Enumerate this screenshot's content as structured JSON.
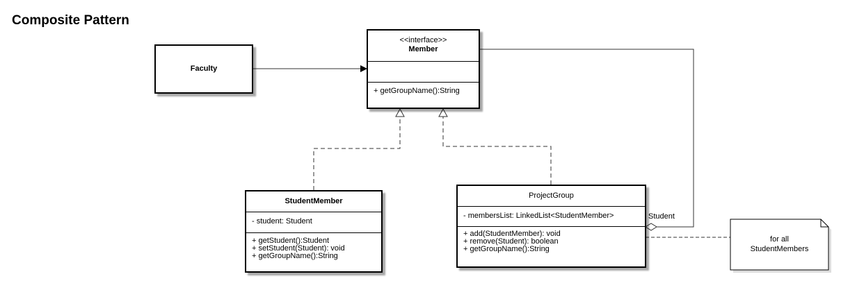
{
  "title": "Composite Pattern",
  "member": {
    "stereotype": "<<interface>>",
    "name": "Member",
    "methods": [
      "+ getGroupName():String"
    ]
  },
  "faculty": {
    "name": "Faculty"
  },
  "student_member": {
    "name": "StudentMember",
    "attributes": [
      "- student: Student"
    ],
    "methods": [
      "+ getStudent():Student",
      "+ setStudent(Student): void",
      "+ getGroupName():String"
    ]
  },
  "project_group": {
    "name": "ProjectGroup",
    "attributes": [
      "- membersList: LinkedList<StudentMember>"
    ],
    "methods": [
      "+ add(StudentMember): void",
      "+ remove(Student): boolean",
      "+ getGroupName():String"
    ]
  },
  "aggregation_label": "Student",
  "note": {
    "lines": [
      "for all",
      "StudentMembers"
    ]
  }
}
